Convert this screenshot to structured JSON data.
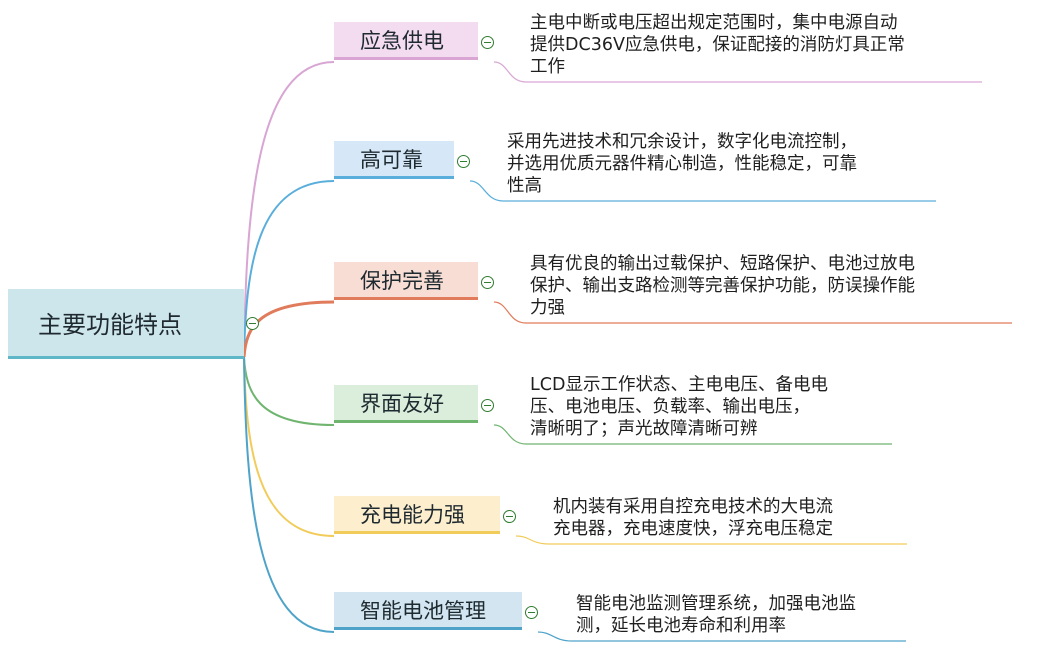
{
  "root": {
    "label": "主要功能特点"
  },
  "branches": [
    {
      "label": "应急供电",
      "text": "主电中断或电压超出规定范围时，集中电源自动\n提供DC36V应急供电，保证配接的消防灯具正常\n工作",
      "color": "#d9a6d4",
      "fill": "#f3dcef"
    },
    {
      "label": "高可靠",
      "text": "采用先进技术和冗余设计，数字化电流控制，\n并选用优质元器件精心制造，性能稳定，可靠\n性高",
      "color": "#5aaedb",
      "fill": "#d6e8f7"
    },
    {
      "label": "保护完善",
      "text": "具有优良的输出过载保护、短路保护、电池过放电\n保护、输出支路检测等完善保护功能，防误操作能\n力强",
      "color": "#e07b5b",
      "fill": "#f8ddd4"
    },
    {
      "label": "界面友好",
      "text": "LCD显示工作状态、主电电压、备电电\n压、电池电压、负载率、输出电压，\n清晰明了；声光故障清晰可辨",
      "color": "#6fb56f",
      "fill": "#daeedb"
    },
    {
      "label": "充电能力强",
      "text": "机内装有采用自控充电技术的大电流\n充电器，充电速度快，浮充电压稳定",
      "color": "#f2cc5a",
      "fill": "#fdefce"
    },
    {
      "label": "智能电池管理",
      "text": "智能电池监测管理系统，加强电池监\n测，延长电池寿命和利用率",
      "color": "#4fa3c9",
      "fill": "#d2e5f1"
    }
  ]
}
